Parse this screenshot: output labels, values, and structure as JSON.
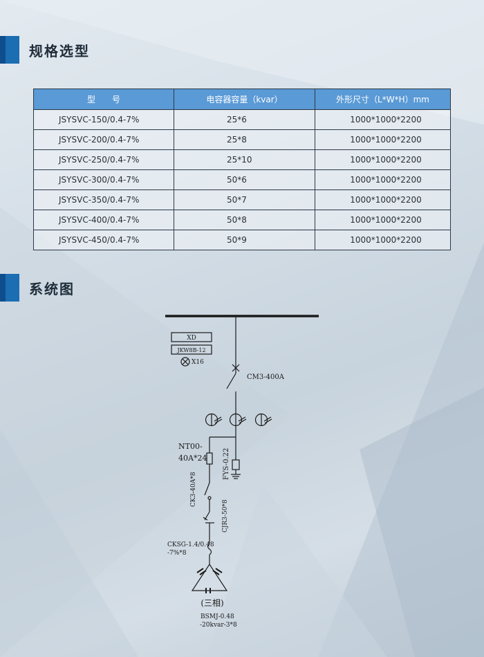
{
  "sections": {
    "spec_title": "规格选型",
    "diagram_title": "系统图"
  },
  "table": {
    "headers": [
      "型　　号",
      "电容器容量（kvar）",
      "外形尺寸（L*W*H）mm"
    ],
    "rows": [
      [
        "JSYSVC-150/0.4-7%",
        "25*6",
        "1000*1000*2200"
      ],
      [
        "JSYSVC-200/0.4-7%",
        "25*8",
        "1000*1000*2200"
      ],
      [
        "JSYSVC-250/0.4-7%",
        "25*10",
        "1000*1000*2200"
      ],
      [
        "JSYSVC-300/0.4-7%",
        "50*6",
        "1000*1000*2200"
      ],
      [
        "JSYSVC-350/0.4-7%",
        "50*7",
        "1000*1000*2200"
      ],
      [
        "JSYSVC-400/0.4-7%",
        "50*8",
        "1000*1000*2200"
      ],
      [
        "JSYSVC-450/0.4-7%",
        "50*9",
        "1000*1000*2200"
      ]
    ]
  },
  "diagram": {
    "box1": "XD",
    "box2": "JKW8B-12",
    "lamp": "X16",
    "breaker": "CM3-400A",
    "fuse_l1": "NT00-",
    "fuse_l2": "40A*24",
    "arrester": "FYS-0.22",
    "ck3": "CK3-40A*8",
    "cjr": "CJR3-50*8",
    "reactor_l1": "CKSG-1.4/0.48",
    "reactor_l2": "-7%*8",
    "three_phase": "(三相)",
    "cap_l1": "BSMJ-0.48",
    "cap_l2": "-20kvar-3*8"
  }
}
